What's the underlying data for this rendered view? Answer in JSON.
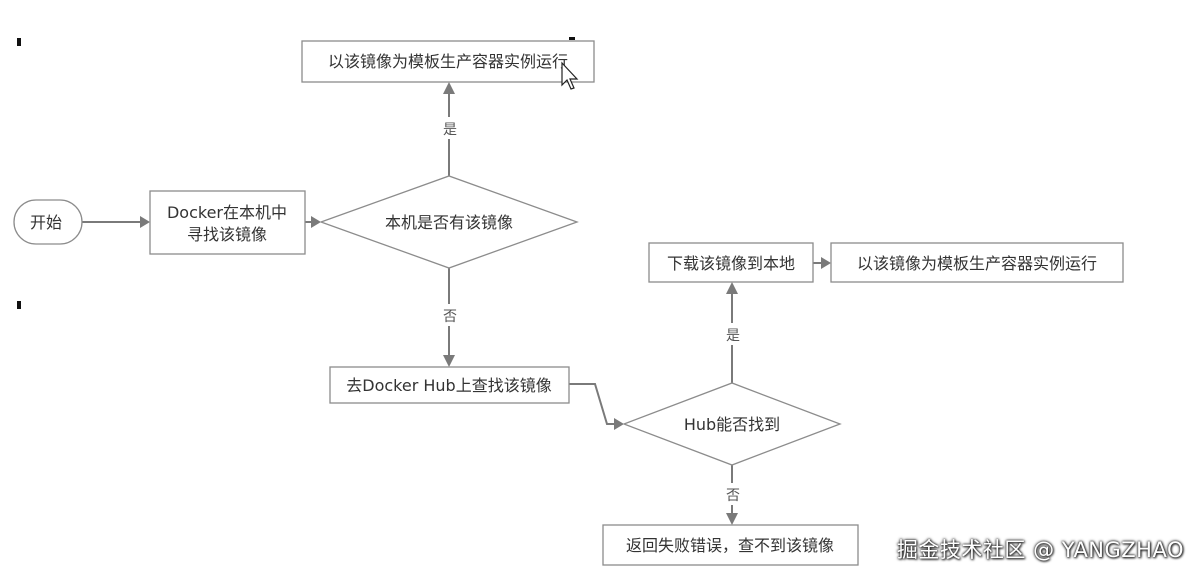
{
  "nodes": {
    "start": "开始",
    "docker_local_search": [
      "Docker在本机中",
      "寻找该镜像"
    ],
    "has_local_image": "本机是否有该镜像",
    "run_container_top": "以该镜像为模板生产容器实例运行",
    "search_docker_hub": "去Docker Hub上查找该镜像",
    "hub_found": "Hub能否找到",
    "download_local": "下载该镜像到本地",
    "run_container_right": "以该镜像为模板生产容器实例运行",
    "return_error": "返回失败错误，查不到该镜像"
  },
  "edge_labels": {
    "yes": "是",
    "no": "否"
  },
  "watermark": "掘金技术社区 @ YANGZHAO",
  "colors": {
    "stroke": "#8c8c8c",
    "edge": "#7a7a7a",
    "text": "#333333"
  }
}
